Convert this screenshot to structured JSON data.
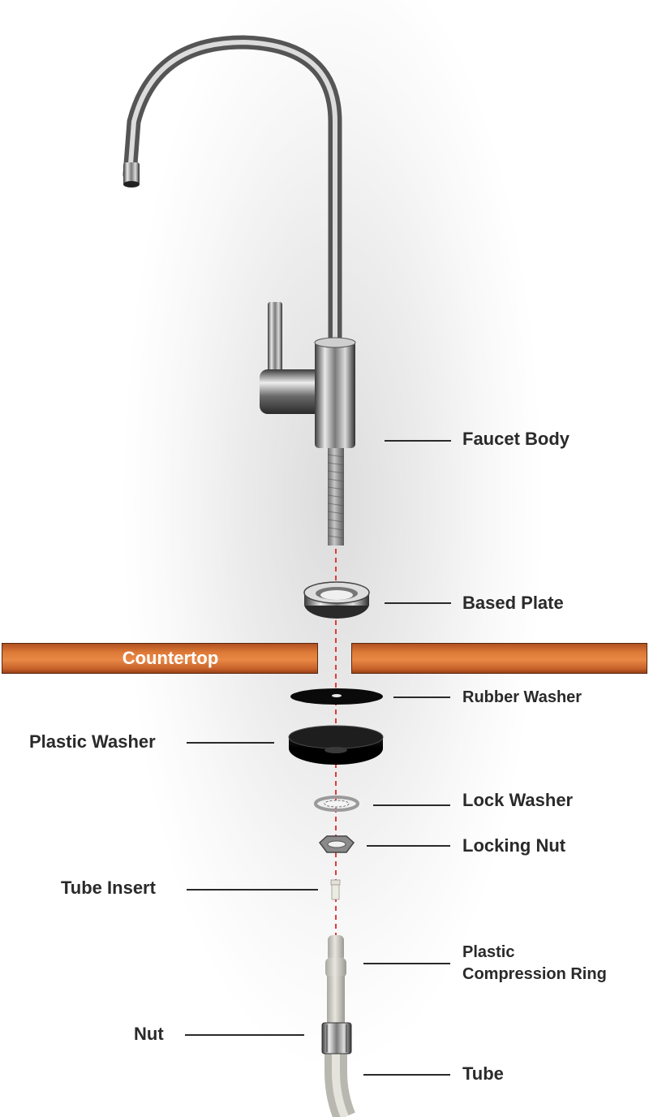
{
  "labels": {
    "faucet_body": "Faucet Body",
    "based_plate": "Based Plate",
    "countertop": "Countertop",
    "rubber_washer": "Rubber Washer",
    "plastic_washer": "Plastic Washer",
    "lock_washer": "Lock Washer",
    "locking_nut": "Locking Nut",
    "tube_insert": "Tube Insert",
    "plastic_compression_ring_line1": "Plastic",
    "plastic_compression_ring_line2": "Compression Ring",
    "nut": "Nut",
    "tube": "Tube"
  },
  "colors": {
    "countertop": "#de7a38",
    "guide_line": "#e23a3a",
    "label_text": "#2a2a2a",
    "chrome": "#9a9a9a",
    "black_washer": "#111111"
  }
}
